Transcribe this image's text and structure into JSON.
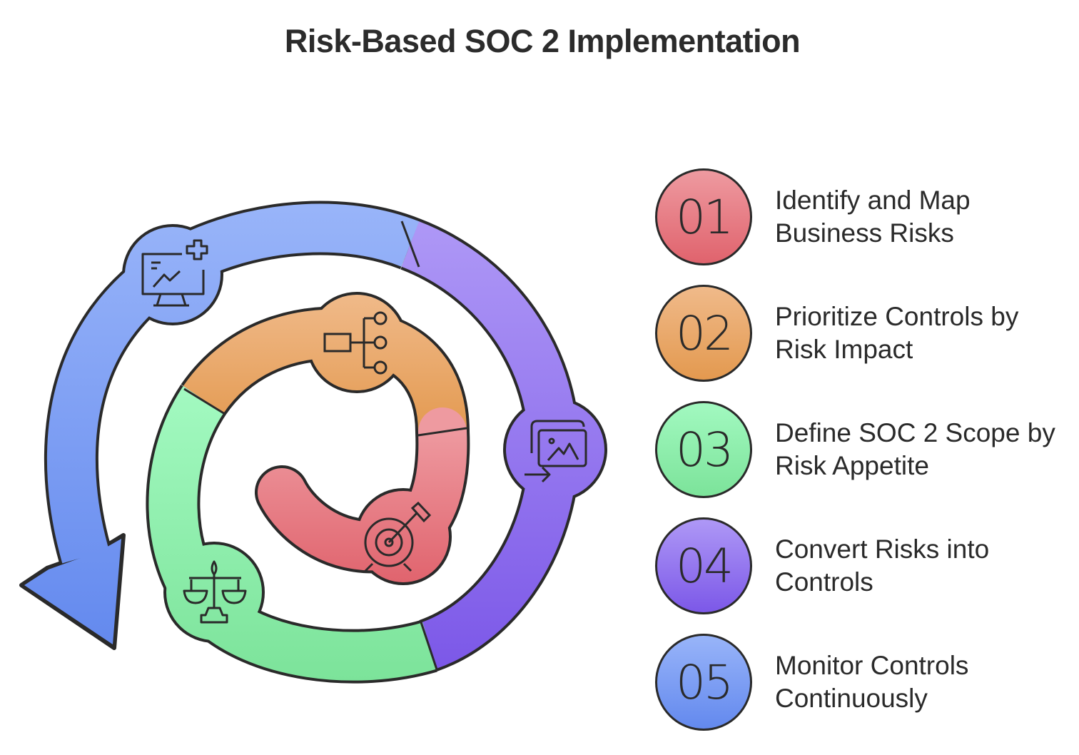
{
  "title": "Risk-Based SOC 2 Implementation",
  "steps": [
    {
      "number": "01",
      "line1": "Identify and Map",
      "line2": "Business Risks",
      "color_top": "#ee9aa0",
      "color_bottom": "#e0636d",
      "icon": "monitor-chart-plus-icon"
    },
    {
      "number": "02",
      "line1": "Prioritize Controls by",
      "line2": "Risk Impact",
      "color_top": "#f0ba8a",
      "color_bottom": "#e3994f",
      "icon": "hierarchy-icon"
    },
    {
      "number": "03",
      "line1": "Define SOC 2 Scope by",
      "line2": "Risk Appetite",
      "color_top": "#a2f9c0",
      "color_bottom": "#7ce39a",
      "icon": "scales-icon"
    },
    {
      "number": "04",
      "line1": "Convert Risks into",
      "line2": "Controls",
      "color_top": "#ae98f6",
      "color_bottom": "#7c58e8",
      "icon": "images-arrow-icon"
    },
    {
      "number": "05",
      "line1": "Monitor Controls",
      "line2": "Continuously",
      "color_top": "#98b4f9",
      "color_bottom": "#6389ee",
      "icon": "target-icon"
    }
  ]
}
